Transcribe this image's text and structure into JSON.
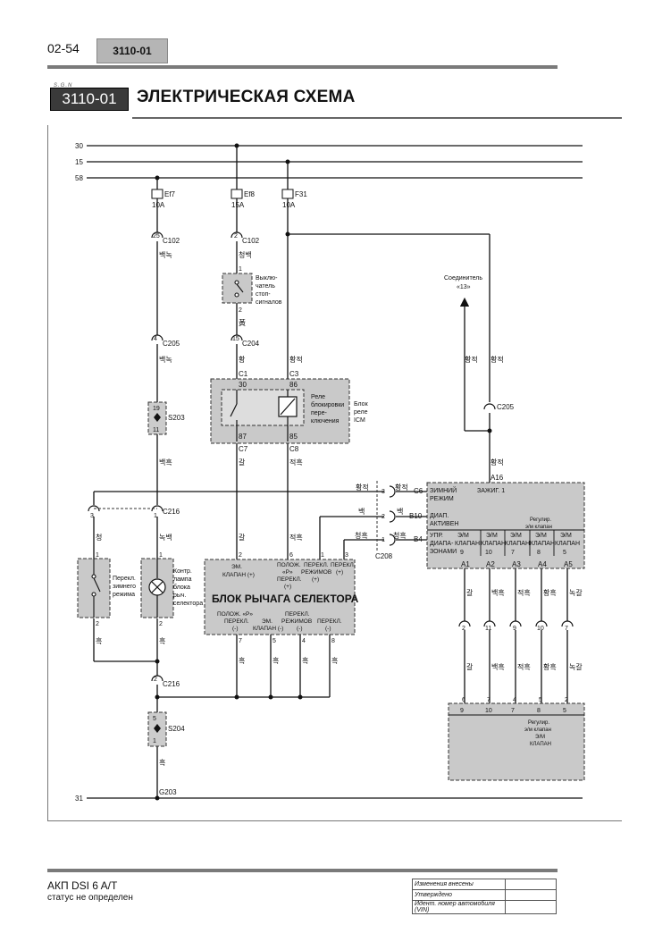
{
  "header": {
    "page_number": "02-54",
    "section_code": "3110-01",
    "section_code_box": "3110-01",
    "brand_tiny": "S.G.N",
    "title": "ЭЛЕКТРИЧЕСКАЯ СХЕМА"
  },
  "bus": {
    "b30": "30",
    "b15": "15",
    "b58": "58",
    "b31": "31"
  },
  "fuses": {
    "ef7": "Ef7",
    "ef7_rating": "10A",
    "ef8": "Ef8",
    "ef8_rating": "15A",
    "f31": "F31",
    "f31_rating": "10A"
  },
  "connectors": {
    "c102_pin_left": "25",
    "c102_left": "C102",
    "c102_pin_mid": "2",
    "c102_mid": "C102",
    "c205_pin": "4",
    "c205_left": "C205",
    "c204_pin": "15",
    "c204": "C204",
    "c205_right": "C205",
    "c216_top": "C216",
    "c216_pin3": "3",
    "c216_pin1": "1",
    "c216_bottom": "C216",
    "c216_bottom_pin": "2",
    "c208": "C208",
    "c208_pin3": "3",
    "c208_pin2": "2",
    "c208_pin1": "1",
    "g203": "G203"
  },
  "splices": {
    "s203": "S203",
    "s203_top": "19",
    "s203_bottom": "11",
    "s204": "S204",
    "s204_top": "5",
    "s204_bottom": "1"
  },
  "wires": {
    "w_left_1": "백녹",
    "w_left_2": "백녹",
    "w_left_3": "백흑",
    "w_mid_1": "청백",
    "w_mid_2": "黃",
    "w_mid_3": "황",
    "w_f31_1": "황적",
    "w_c7": "갈",
    "w_c8": "적흑",
    "w_arrow_1": "황적",
    "w_arrow_2": "황적",
    "w_a16": "황적",
    "w_c6": "황적",
    "w_b10": "백",
    "w_b4": "청흑",
    "w_sw_a": "청",
    "w_lamp_a": "녹백",
    "w_sel_gal": "갈",
    "w_sel_jeokheuk": "적흑",
    "w_sw_b": "흑",
    "w_lamp_b": "흑",
    "w_sel_bot_1": "흑",
    "w_sel_bot_2": "흑",
    "w_sel_bot_3": "흑",
    "w_sel_bot_4": "흑",
    "w_ground": "흑",
    "w_a_gal_1": "갈",
    "w_a_baek_1": "백흑",
    "w_a_jeok_1": "적흑",
    "w_a_hwang_1": "황흑",
    "w_a_nok_1": "녹갈",
    "w_a_gal_2": "갈",
    "w_a_baek_2": "백흑",
    "w_a_jeok_2": "적흑",
    "w_a_hwang_2": "황흑",
    "w_a_nok_2": "녹갈"
  },
  "stop_switch": {
    "label_1": "Выклю-",
    "label_2": "чатель",
    "label_3": "стоп-",
    "label_4": "сигналов",
    "pin1": "1",
    "pin2": "2"
  },
  "relay": {
    "pin_c1": "C1",
    "pin_30": "30",
    "pin_c3": "C3",
    "pin_86": "86",
    "pin_87": "87",
    "pin_c7": "C7",
    "pin_85": "85",
    "pin_c8": "C8",
    "label_1": "Реле",
    "label_2": "блокировки",
    "label_3": "пере-",
    "label_4": "ключения",
    "block_1": "Блок",
    "block_2": "реле",
    "block_3": "ICM"
  },
  "connector_13": {
    "line_1": "Соединитель",
    "line_2": "«13»"
  },
  "tcu": {
    "pin_a16": "A16",
    "zimniy_1": "ЗИМНИЙ",
    "zimniy_2": "РЕЖИМ",
    "zazhig": "ЗАЖИГ. 1",
    "diap_1": "ДИАП.",
    "diap_2": "АКТИВЕН",
    "upr_1": "УПР.",
    "upr_2": "ДИАПА-",
    "upr_3": "ЗОНАМИ",
    "klapan_1": "КЛАПАН",
    "reg_1": "Регулир.",
    "reg_2": "э/м клапан",
    "pin_c6": "C6",
    "pin_b10": "B10",
    "pin_b4": "B4",
    "em": "Э/М",
    "klapan": "КЛАПАН",
    "n9": "9",
    "n10": "10",
    "n7": "7",
    "n8": "8",
    "n5": "5",
    "a1": "A1",
    "a2": "A2",
    "a3": "A3",
    "a4": "A4",
    "a5": "A5"
  },
  "winter_switch": {
    "label_1": "Перекл.",
    "label_2": "зимнего",
    "label_3": "режима",
    "pin1": "1",
    "pin2": "2"
  },
  "lamp": {
    "label_1": "Контр.",
    "label_2": "лампа",
    "label_3": "блока",
    "label_4": "рыч.",
    "label_5": "селектора",
    "pin1": "1",
    "pin2": "2"
  },
  "selector": {
    "title": "БЛОК РЫЧАГА СЕЛЕКТОРА",
    "t_em_1": "ЭМ.",
    "t_em_2": "КЛАПАН (+)",
    "t_pol_1": "ПОЛОЖ.",
    "t_pol_2": "«P»",
    "t_pol_3": "ПЕРЕКЛ.",
    "t_pol_4": "(+)",
    "t_per_1": "ПЕРЕКЛ.",
    "t_per_2": "РЕЖИМОВ",
    "t_per_3": "(+)",
    "t_perekl_1": "ПЕРЕКЛ.",
    "t_perekl_2": "(+)",
    "b_pol_1": "ПОЛОЖ. «P»",
    "b_pol_2": "ПЕРЕКЛ.",
    "b_pol_3": "(-)",
    "b_em_1": "ЭМ.",
    "b_em_2": "КЛАПАН (-)",
    "b_per_1": "ПЕРЕКЛ.",
    "b_per_2": "РЕЖИМОВ",
    "b_per_3": "(-)",
    "b_perekl_1": "ПЕРЕКЛ.",
    "b_perekl_2": "(-)",
    "p_t2": "2",
    "p_t6": "6",
    "p_t1": "1",
    "p_t3": "3",
    "p_b7": "7",
    "p_b5": "5",
    "p_b4": "4",
    "p_b8": "8"
  },
  "lower_block": {
    "top_6": "6",
    "top_7": "7",
    "top_4": "4",
    "top_5": "5",
    "top_2": "2",
    "in_9": "9",
    "in_10": "10",
    "in_7": "7",
    "in_8": "8",
    "in_5": "5",
    "reg_1": "Регулир.",
    "reg_2": "э/м клапан",
    "em": "Э/М",
    "klapan": "КЛАПАН",
    "mid_2": "2",
    "mid_11": "11",
    "mid_9": "9",
    "mid_10": "10",
    "mid_7": "7"
  },
  "footer": {
    "model": "АКП DSI 6 A/T",
    "status": "статус не определен",
    "approval_1": "Изменения внесены",
    "approval_2": "Утверждено",
    "approval_3": "Идент. номер автомобиля (VIN)"
  }
}
